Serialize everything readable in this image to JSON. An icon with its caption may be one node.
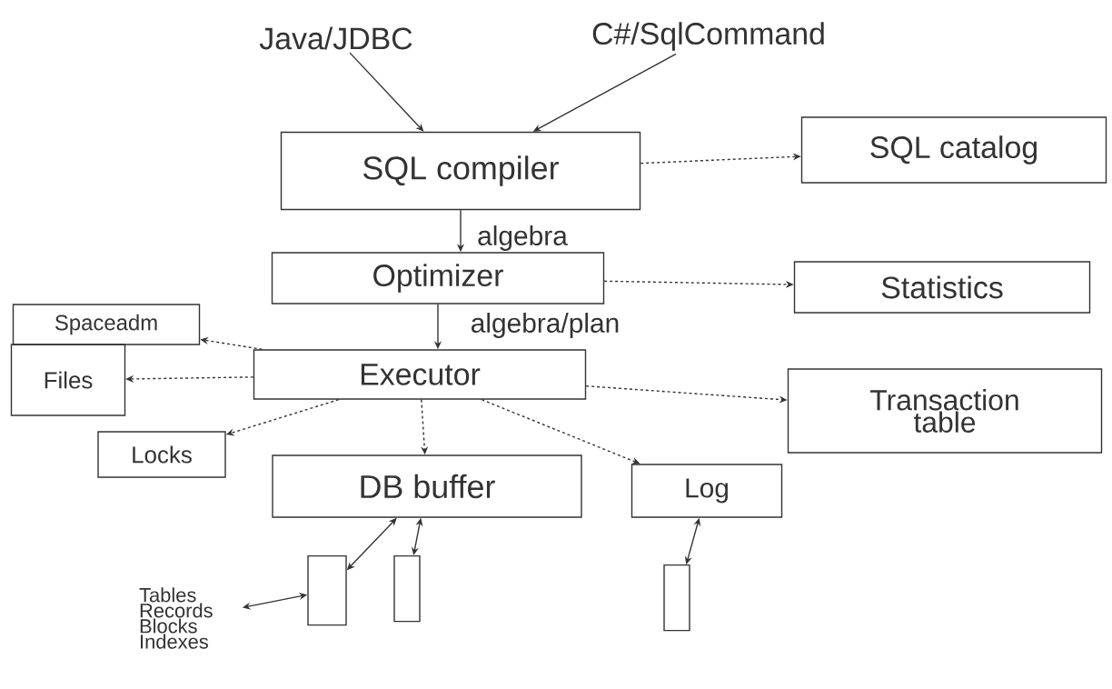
{
  "diagram": {
    "nodes": [
      {
        "text": [
          "Java/JDBC"
        ]
      },
      {
        "text": [
          "C#/SqlCommand"
        ]
      },
      {
        "text": [
          "SQL compiler"
        ]
      },
      {
        "text": [
          "SQL catalog"
        ]
      },
      {
        "text": [
          "Optimizer"
        ]
      },
      {
        "text": [
          "Statistics"
        ]
      },
      {
        "text": [
          "Spaceadm"
        ]
      },
      {
        "text": [
          "Files"
        ]
      },
      {
        "text": [
          "Executor"
        ]
      },
      {
        "text": [
          "Transaction table"
        ]
      },
      {
        "text": [
          "Locks"
        ]
      },
      {
        "text": [
          "DB buffer"
        ]
      },
      {
        "text": [
          "Log"
        ]
      },
      {
        "text": [],
        "shape": "cylinder"
      },
      {
        "text": [],
        "shape": "cylinder"
      },
      {
        "text": [],
        "shape": "cylinder"
      },
      {
        "text": [
          "Tables Records Blocks Indexes"
        ]
      }
    ],
    "edges": [
      {
        "from": 0,
        "to": 2,
        "arrow": "to"
      },
      {
        "from": 1,
        "to": 2,
        "arrow": "to"
      },
      {
        "from": 2,
        "to": 3,
        "arrow": "to",
        "style": "dashed"
      },
      {
        "from": 2,
        "to": 4,
        "arrow": "to",
        "label": "algebra"
      },
      {
        "from": 4,
        "to": 5,
        "arrow": "to",
        "style": "dashed"
      },
      {
        "from": 4,
        "to": 8,
        "arrow": "to",
        "label": "algebra/plan"
      },
      {
        "from": 8,
        "to": 6,
        "arrow": "to",
        "style": "dashed"
      },
      {
        "from": 8,
        "to": 7,
        "arrow": "to",
        "style": "dashed"
      },
      {
        "from": 8,
        "to": 10,
        "arrow": "to",
        "style": "dashed"
      },
      {
        "from": 8,
        "to": 9,
        "arrow": "to",
        "style": "dashed"
      },
      {
        "from": 8,
        "to": 11,
        "arrow": "to",
        "style": "dashed"
      },
      {
        "from": 8,
        "to": 12,
        "arrow": "to",
        "style": "dashed"
      },
      {
        "from": 11,
        "to": 13,
        "arrow": "both"
      },
      {
        "from": 11,
        "to": 14,
        "arrow": "both"
      },
      {
        "from": 12,
        "to": 15,
        "arrow": "both"
      },
      {
        "from": 16,
        "to": 13,
        "arrow": "both"
      }
    ]
  }
}
